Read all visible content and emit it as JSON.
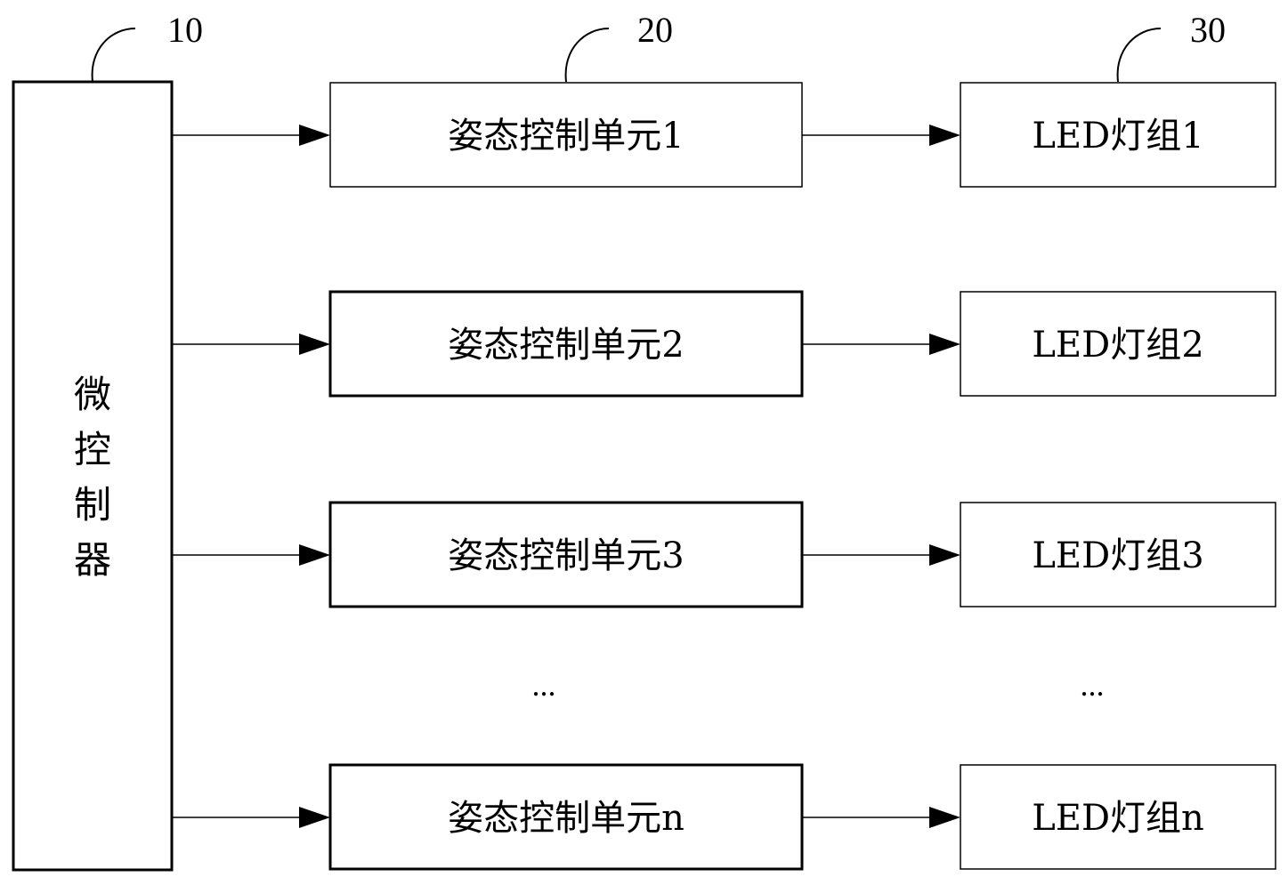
{
  "microcontroller": {
    "ref": "10",
    "chars": [
      "微",
      "控",
      "制",
      "器"
    ]
  },
  "units_ref": "20",
  "leds_ref": "30",
  "units": [
    "姿态控制单元1",
    "姿态控制单元2",
    "姿态控制单元3",
    "姿态控制单元n"
  ],
  "leds": [
    "LED灯组1",
    "LED灯组2",
    "LED灯组3",
    "LED灯组n"
  ],
  "ellipsis": "..."
}
